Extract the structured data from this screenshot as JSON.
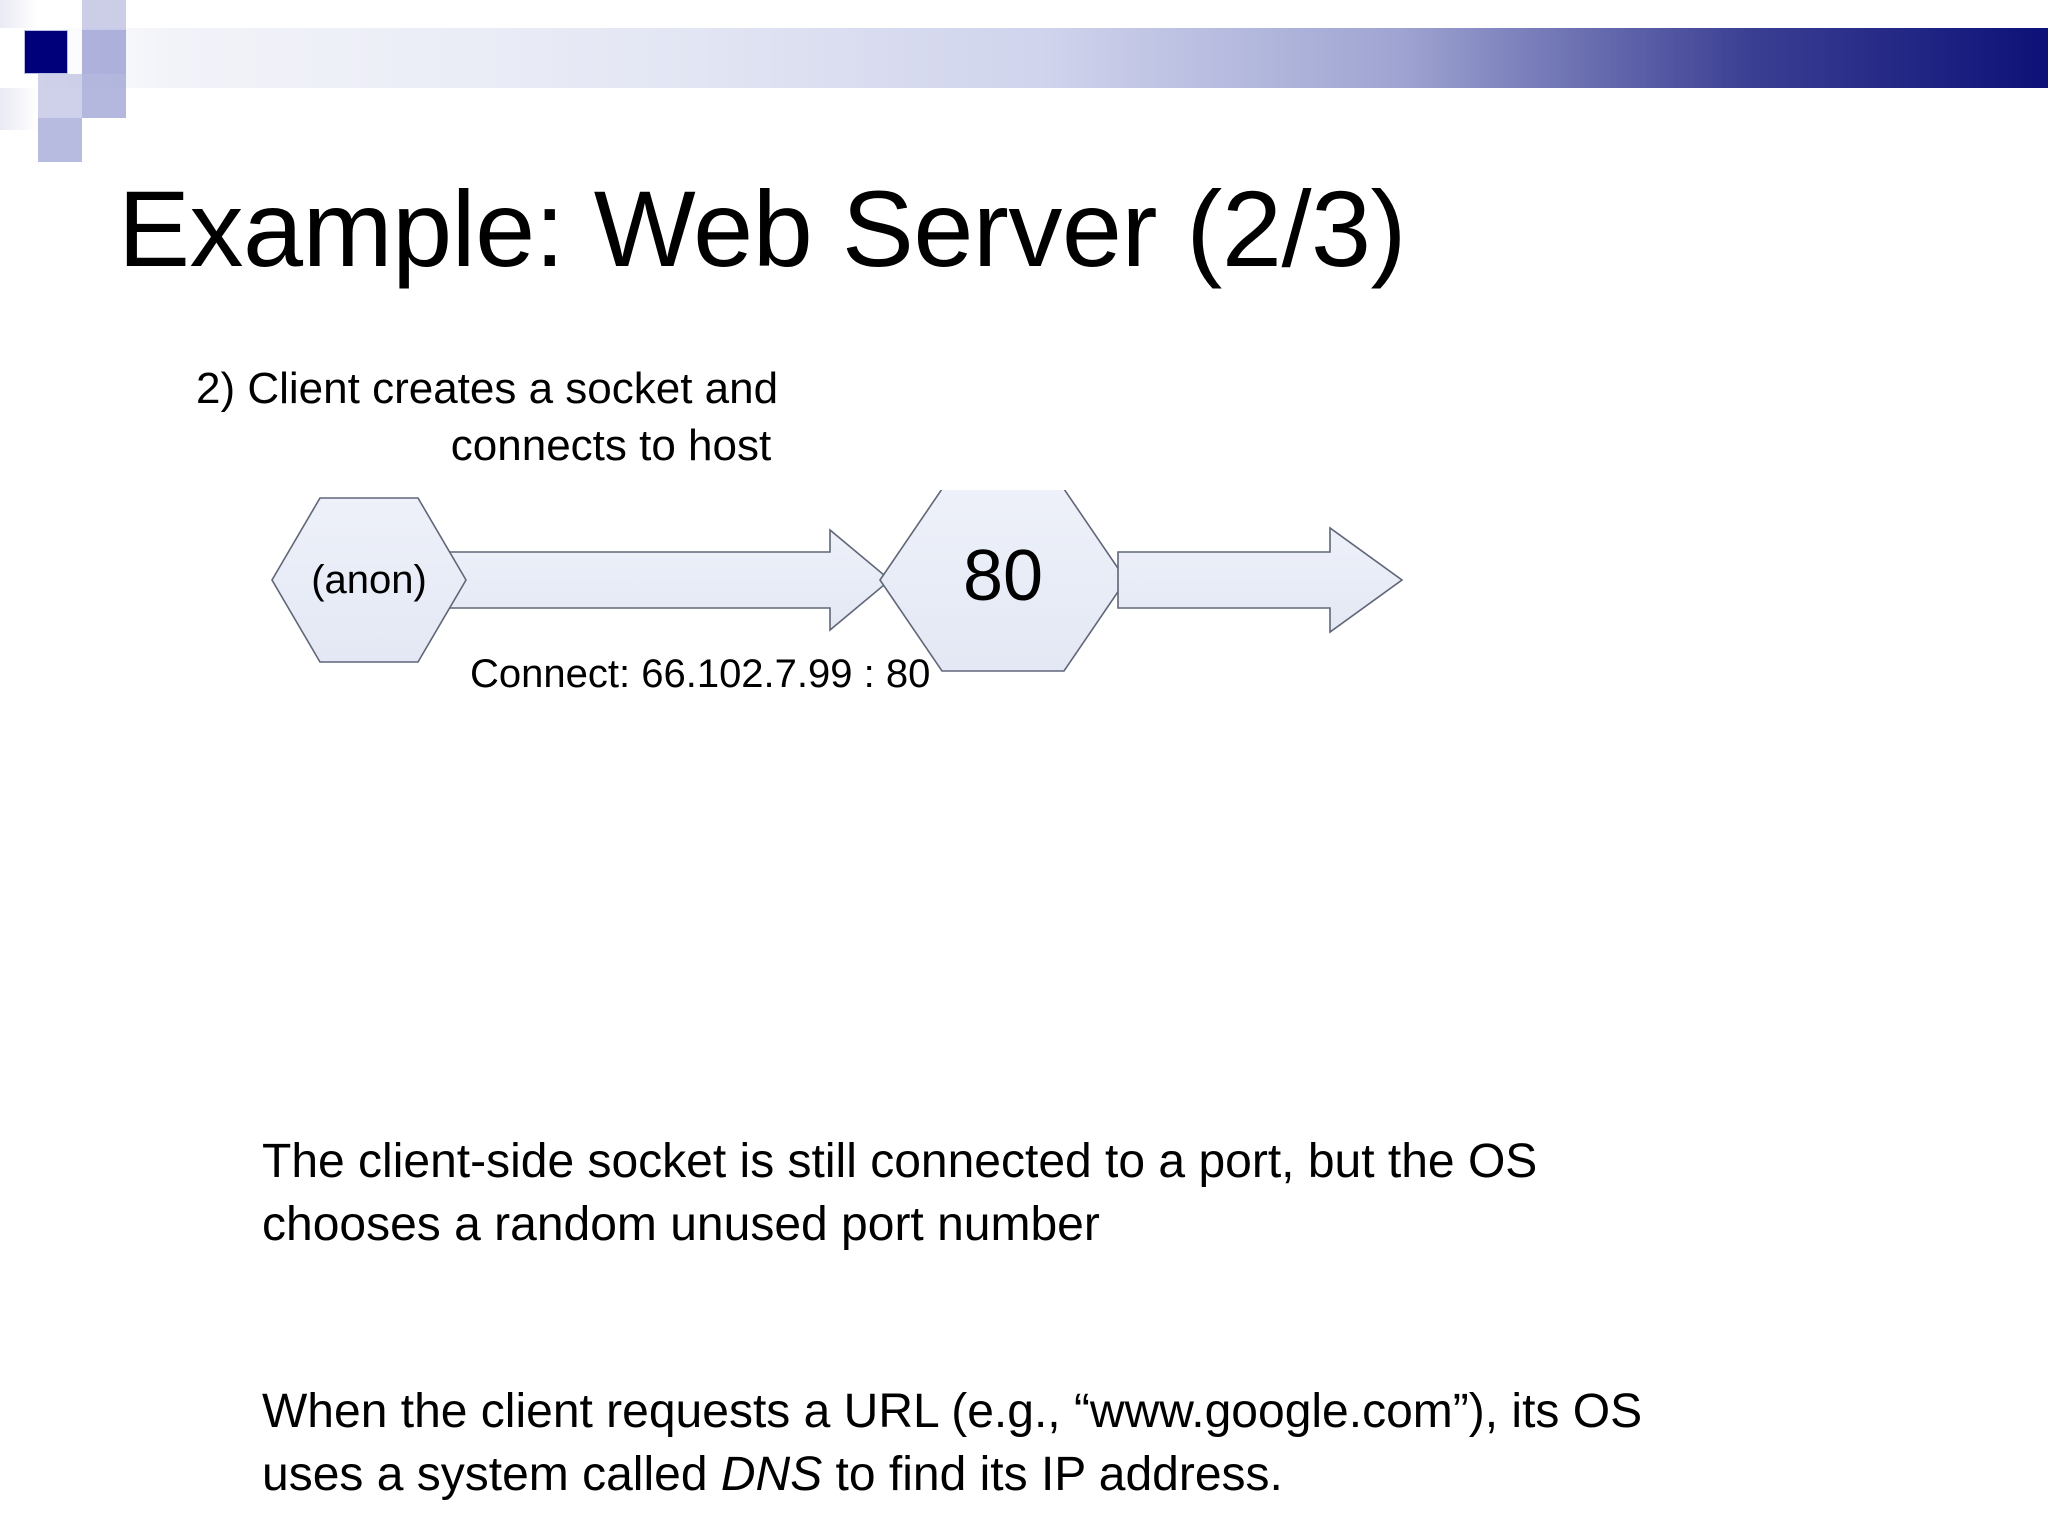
{
  "slide": {
    "title": "Example: Web Server (2/3)",
    "bullet": {
      "line1": "2) Client creates a socket and",
      "line2": "connects to host"
    },
    "diagram": {
      "client_socket_label": "(anon)",
      "server_socket_label": "80",
      "connection_label": "Connect: 66.102.7.99 : 80",
      "shape_fill": "#e8ecf6",
      "shape_stroke": "#5f6678"
    },
    "paragraphs": {
      "p1_line1": "The client-side socket is still connected to a port, but the OS",
      "p1_line2": "chooses a random unused port number",
      "p2_part1": "When the client requests a URL (e.g., “www.google.com”), its",
      "p2_part2": "OS uses a system called ",
      "p2_emphasis": "DNS",
      "p2_part3": " to find its IP address."
    },
    "theme": {
      "accent_navy": "#00007a",
      "band_end": "#0d1178",
      "band_mid": "#9fa4d2",
      "square_lavender": "#8d92cd"
    }
  }
}
